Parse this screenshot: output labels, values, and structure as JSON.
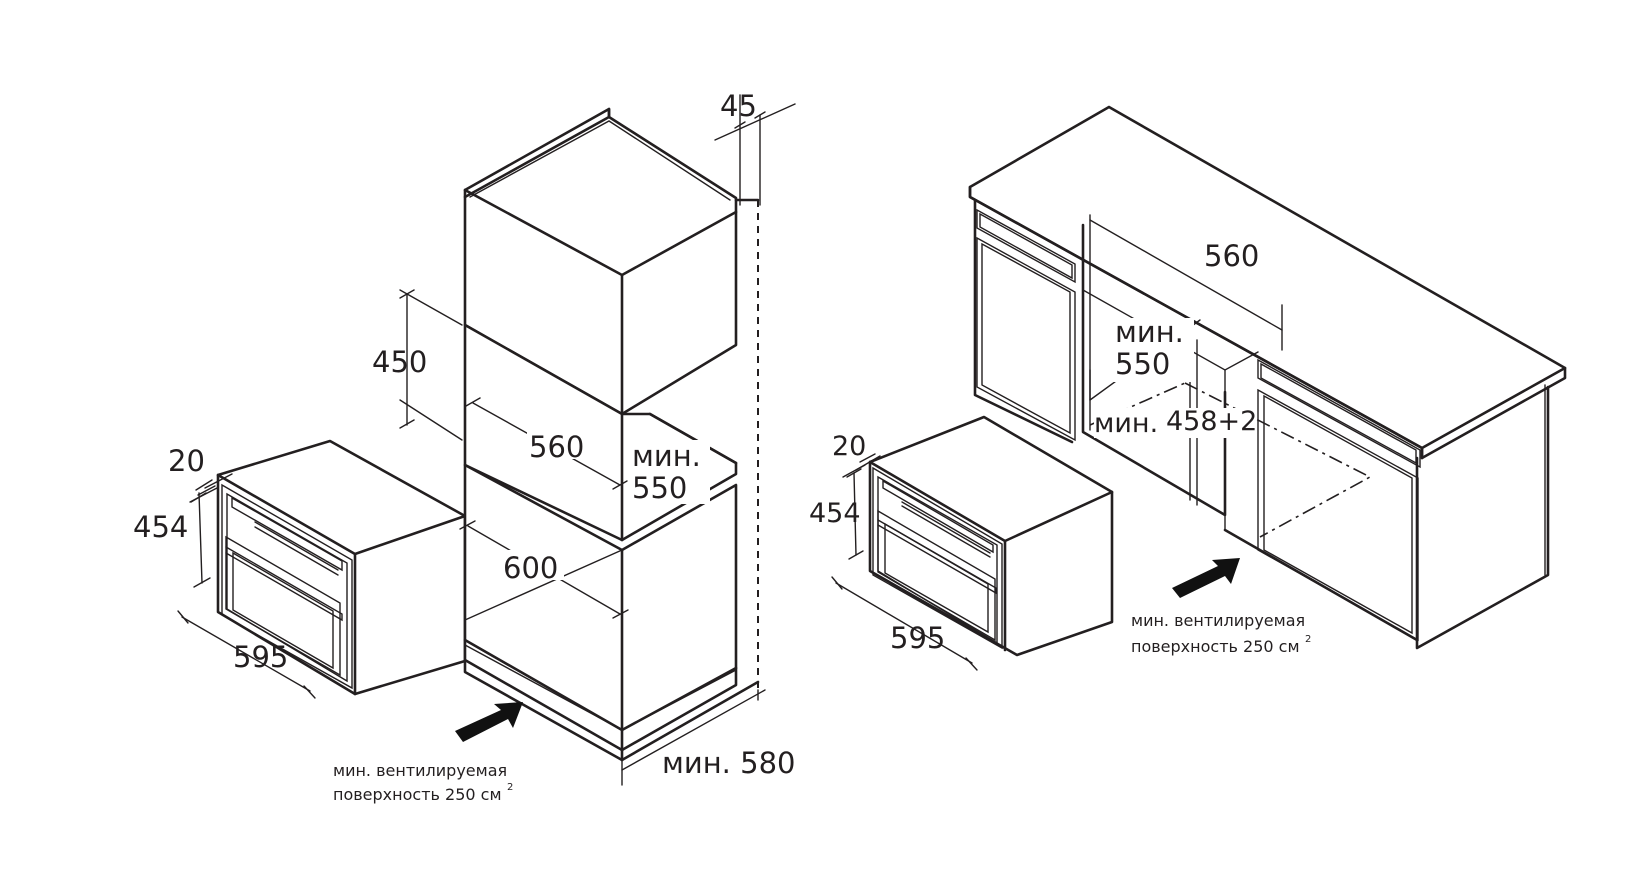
{
  "colors": {
    "line": "#231f20",
    "background": "#ffffff",
    "arrow": "#111111"
  },
  "left_diagram": {
    "oven": {
      "depth_offset": "20",
      "height": "454",
      "width": "595"
    },
    "cabinet": {
      "panel_thickness": "45",
      "niche_height": "450",
      "niche_width": "560",
      "niche_depth": "мин.\n550",
      "niche_depth_line1": "мин.",
      "niche_depth_line2": "550",
      "outer_width": "600",
      "min_depth": "мин. 580"
    },
    "ventilation_note": {
      "line1": "мин. вентилируемая",
      "line2": "поверхность 250 см",
      "superscript": "2"
    }
  },
  "right_diagram": {
    "oven": {
      "depth_offset": "20",
      "height": "454",
      "width": "595"
    },
    "cabinet": {
      "niche_width": "560",
      "niche_depth_line1": "мин.",
      "niche_depth_line2": "550",
      "niche_height_label": "мин.",
      "niche_height_value": "458+2"
    },
    "ventilation_note": {
      "line1": "мин. вентилируемая",
      "line2": "поверхность 250 см",
      "superscript": "2"
    }
  }
}
